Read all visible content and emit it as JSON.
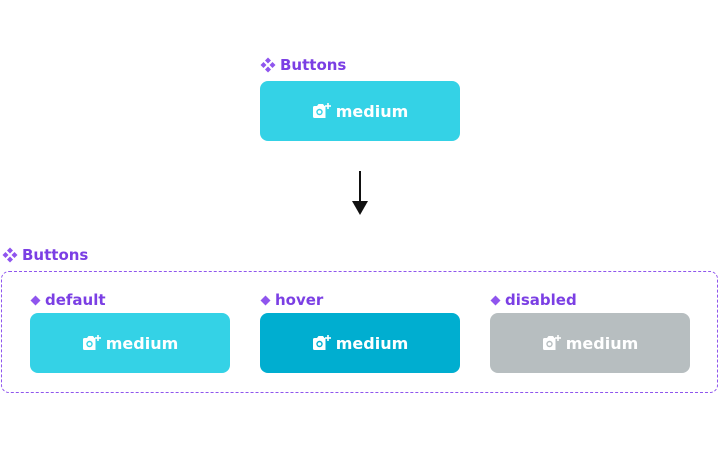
{
  "component": {
    "name": "Buttons",
    "icon": "component-diamond-icon",
    "label_color": "#7b3fe4"
  },
  "main_button": {
    "label": "medium",
    "icon": "camera-plus-icon",
    "color": "#34d2e6"
  },
  "connector": {
    "icon": "arrow-down-icon"
  },
  "variant_set": {
    "name": "Buttons",
    "icon": "component-diamond-icon",
    "border_color": "#8f55ee",
    "variants": [
      {
        "name": "default",
        "button_label": "medium",
        "color": "#34d2e6"
      },
      {
        "name": "hover",
        "button_label": "medium",
        "color": "#00aed0"
      },
      {
        "name": "disabled",
        "button_label": "medium",
        "color": "#b7bec0"
      }
    ]
  }
}
